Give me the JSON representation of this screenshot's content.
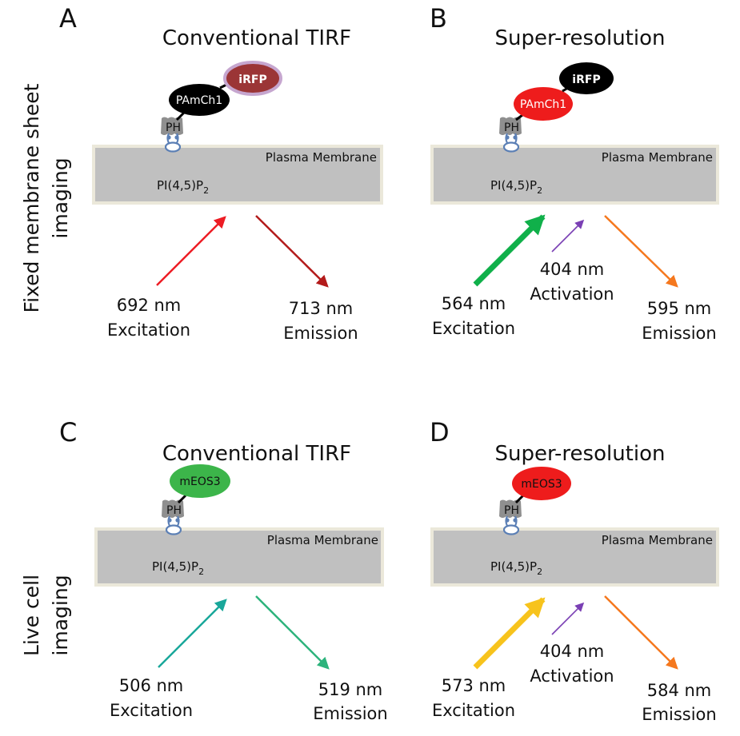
{
  "rows": {
    "top": {
      "line1": "Fixed membrane sheet",
      "line2": "imaging"
    },
    "bottom": {
      "line1": "Live cell",
      "line2": "imaging"
    }
  },
  "common": {
    "membrane": "Plasma Membrane",
    "lipid_main": "PI(4,5)P",
    "lipid_sub": "2",
    "domain": "PH"
  },
  "colors": {
    "membrane_fill": "#c0c0c0",
    "membrane_border": "#ebe8da",
    "irfp_conv_fill": "#9b3536",
    "irfp_conv_ring": "#c6a6cf",
    "pamch1_black": "#000000",
    "red_fp": "#ee1c1c",
    "green_fp": "#3cb54a",
    "ph_gray": "#8f8f8f",
    "lipid_blue": "#5b7fb5"
  },
  "panels": {
    "A": {
      "letter": "A",
      "title": "Conventional TIRF",
      "fp_primary": "PAmCh1",
      "fp_secondary": "iRFP",
      "excitation_nm": "692 nm",
      "excitation_word": "Excitation",
      "excitation_color": "#ed1c24",
      "emission_nm": "713 nm",
      "emission_word": "Emission",
      "emission_color": "#b31b1b"
    },
    "B": {
      "letter": "B",
      "title": "Super-resolution",
      "fp_primary": "PAmCh1",
      "fp_secondary": "iRFP",
      "excitation_nm": "564 nm",
      "excitation_word": "Excitation",
      "excitation_color": "#10b04a",
      "activation_nm": "404 nm",
      "activation_word": "Activation",
      "activation_color": "#7a3fb4",
      "emission_nm": "595 nm",
      "emission_word": "Emission",
      "emission_color": "#f5781e"
    },
    "C": {
      "letter": "C",
      "title": "Conventional TIRF",
      "fp_primary": "mEOS3",
      "excitation_nm": "506 nm",
      "excitation_word": "Excitation",
      "excitation_color": "#19a79a",
      "emission_nm": "519 nm",
      "emission_word": "Emission",
      "emission_color": "#2db37c"
    },
    "D": {
      "letter": "D",
      "title": "Super-resolution",
      "fp_primary": "mEOS3",
      "excitation_nm": "573 nm",
      "excitation_word": "Excitation",
      "excitation_color": "#f7c31c",
      "activation_nm": "404 nm",
      "activation_word": "Activation",
      "activation_color": "#7a3fb4",
      "emission_nm": "584 nm",
      "emission_word": "Emission",
      "emission_color": "#f5781e"
    }
  }
}
